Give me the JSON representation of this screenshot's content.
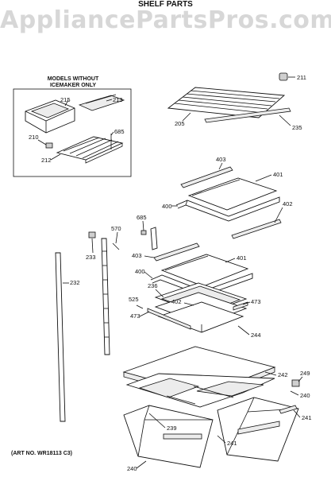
{
  "watermark": "AppliancePartsPros.com",
  "title": "SHELF PARTS",
  "inset": {
    "line1": "MODELS WITHOUT",
    "line2": "ICEMAKER ONLY",
    "parts": [
      "215",
      "213",
      "685",
      "210",
      "212"
    ]
  },
  "callouts": {
    "c211": "211",
    "c205": "205",
    "c235": "235",
    "c403a": "403",
    "c401a": "401",
    "c400a": "400",
    "c402a": "402",
    "c685": "685",
    "c570": "570",
    "c233": "233",
    "c403b": "403",
    "c401b": "401",
    "c232": "232",
    "c400b": "400",
    "c236": "236",
    "c402b": "402",
    "c473a": "473",
    "c525": "525",
    "c473b": "473",
    "c244": "244",
    "c242": "242",
    "c249": "249",
    "c240a": "240",
    "c241a": "241",
    "c239": "239",
    "c241b": "241",
    "c240b": "240"
  },
  "art_no": "(ART NO. WR18113 C3)"
}
